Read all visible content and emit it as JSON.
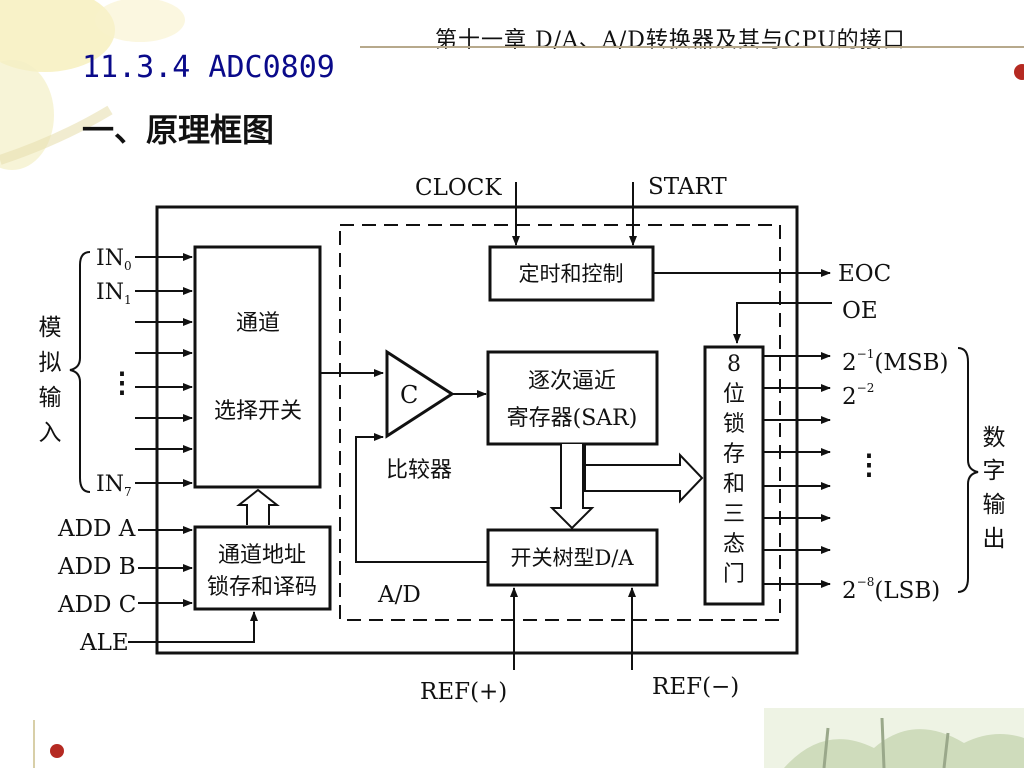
{
  "header": {
    "chapter_title": "第十一章  D/A、A/D转换器及其与CPU的接口"
  },
  "section": {
    "number": "11.3.4 ADC0809",
    "title": "一、原理框图"
  },
  "diagram": {
    "top_inputs": {
      "clock": "CLOCK",
      "start": "START"
    },
    "blocks": {
      "mux_line1": "通道",
      "mux_line2": "选择开关",
      "timing": "定时和控制",
      "sar_line1": "逐次逼近",
      "sar_line2": "寄存器(SAR)",
      "comparator_symbol": "C",
      "comparator_label": "比较器",
      "dac": "开关树型D/A",
      "addr_line1": "通道地址",
      "addr_line2": "锁存和译码",
      "latch_chars": [
        "8",
        "位",
        "锁",
        "存",
        "和",
        "三",
        "态",
        "门"
      ],
      "ad_label": "A/D"
    },
    "analog_inputs": {
      "in0": "IN",
      "in0_sub": "0",
      "in1": "IN",
      "in1_sub": "1",
      "in7": "IN",
      "in7_sub": "7",
      "dots": "⋮",
      "side_label_chars": [
        "模",
        "拟",
        "输",
        "入"
      ]
    },
    "address_inputs": {
      "add_a": "ADD A",
      "add_b": "ADD B",
      "add_c": "ADD C",
      "ale": "ALE"
    },
    "outputs": {
      "eoc": "EOC",
      "oe": "OE",
      "msb_base": "2",
      "msb_exp": "−1",
      "msb_tag": "(MSB)",
      "second_base": "2",
      "second_exp": "−2",
      "dots": "⋮",
      "lsb_base": "2",
      "lsb_exp": "−8",
      "lsb_tag": "(LSB)",
      "side_label_chars": [
        "数",
        "字",
        "输",
        "出"
      ]
    },
    "refs": {
      "ref_plus": "REF(+)",
      "ref_minus": "REF(−)"
    }
  },
  "colors": {
    "title_blue": "#0a0a8a",
    "accent_red": "#b52a22",
    "rule": "#b7a98c"
  }
}
